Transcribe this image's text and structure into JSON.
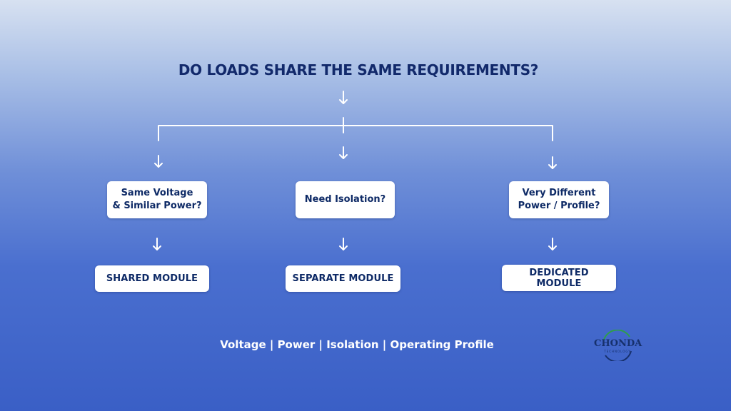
{
  "title": "DO LOADS SHARE THE SAME REQUIREMENTS?",
  "questions": [
    {
      "line1": "Same Voltage",
      "line2": "& Similar Power?"
    },
    {
      "line1": "Need Isolation?",
      "line2": ""
    },
    {
      "line1": "Very Different",
      "line2": "Power / Profile?"
    }
  ],
  "modules": [
    "SHARED MODULE",
    "SEPARATE MODULE",
    "DEDICATED MODULE"
  ],
  "tagline": "Voltage | Power | Isolation | Operating Profile",
  "logo": {
    "name": "CHONDA",
    "sub": "TECHNOLOGY"
  },
  "colors": {
    "title": "#12296b",
    "box_text": "#0e2a66",
    "line": "#ffffff",
    "logo_accent": "#2e9e4a"
  }
}
